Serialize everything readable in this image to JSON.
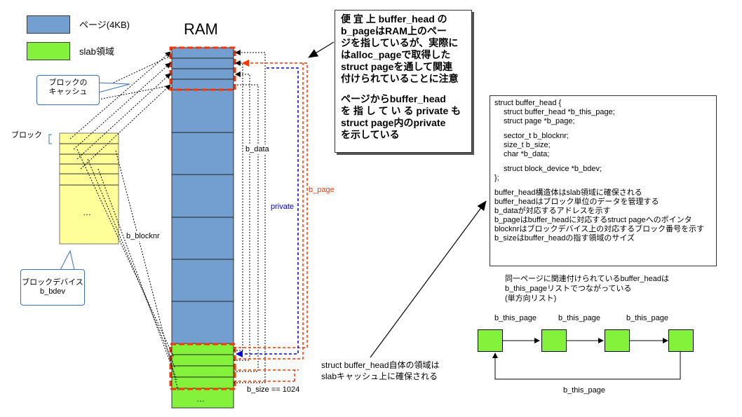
{
  "legend": {
    "page_label": "ページ(4KB)",
    "slab_label": "slab領域"
  },
  "ram": {
    "title": "RAM",
    "ellipsis": "…"
  },
  "callouts": {
    "block_cache": [
      "ブロックの",
      "キャッシュ"
    ],
    "block_device": [
      "ブロックデバイス",
      "b_bdev"
    ]
  },
  "block": {
    "label": "ブロック",
    "ellipsis": "…"
  },
  "labels": {
    "b_data": "b_data",
    "b_blocknr": "b_blocknr",
    "private": "private",
    "b_page": "b_page",
    "b_size": "b_size == 1024"
  },
  "note_top": {
    "para1": [
      "便 宜 上 buffer_head の",
      "b_pageはRAM上のペー",
      "ジを指しているが、実際に",
      "はalloc_pageで取得した",
      "struct pageを通して関連",
      "付けられていることに注意"
    ],
    "para2": [
      "ページからbuffer_head",
      "を 指 し て い る private も",
      "struct page内のprivate",
      "を示している"
    ]
  },
  "struct_box": {
    "lines": [
      "struct buffer_head {",
      "struct buffer_head *b_this_page;",
      "struct page *b_page;",
      "",
      "sector_t b_blocknr;",
      "size_t b_size;",
      "char *b_data;",
      "",
      "struct block_device *b_bdev;",
      "};"
    ],
    "notes": [
      "buffer_head構造体はslab領域に確保される",
      "buffer_headはブロック単位のデータを管理する",
      "b_dataが対応するアドレスを示す",
      "b_pageはbuffer_headに対応するstruct pageへのポインタ",
      "blocknrはブロックデバイス上の対応するブロック番号を示す",
      "b_sizeはbuffer_headの指す領域のサイズ"
    ]
  },
  "slab_note": [
    "struct buffer_head自体の領域は",
    "slabキャッシュ上に確保される"
  ],
  "list_note": [
    "同一ページに関連付けられているbuffer_headは",
    "b_this_pageリストでつながっている",
    "(単方向リスト)"
  ],
  "list": {
    "node_labels": [
      "b_this_page",
      "b_this_page",
      "b_this_page"
    ],
    "back_label": "b_this_page"
  },
  "colors": {
    "page_blue": "#729fcf",
    "slab_green": "#84f23a",
    "block_yellow": "#ffff99",
    "red": "#ff3300",
    "blue": "#0000cc"
  }
}
